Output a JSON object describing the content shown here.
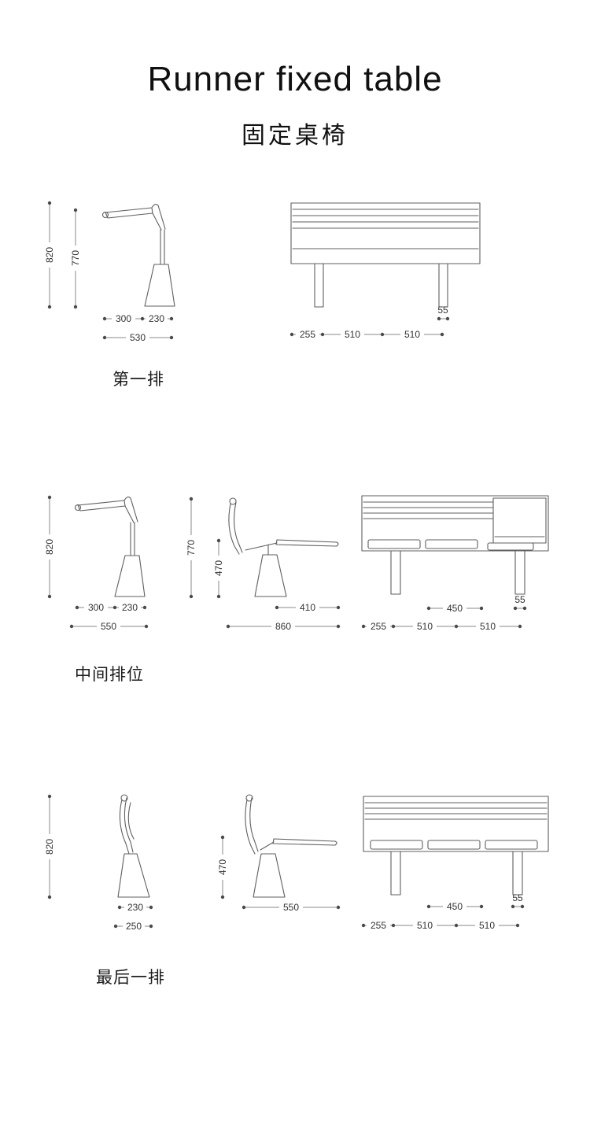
{
  "page": {
    "title": "Runner fixed table",
    "subtitle": "固定桌椅"
  },
  "sections": {
    "first": {
      "label": "第一排",
      "h820": "820",
      "h770": "770",
      "w300": "300",
      "w230": "230",
      "w530": "530",
      "leg55": "55",
      "s255": "255",
      "s510a": "510",
      "s510b": "510"
    },
    "middle": {
      "label": "中间排位",
      "h820": "820",
      "w300": "300",
      "w230": "230",
      "w550": "550",
      "h770": "770",
      "h470": "470",
      "w410": "410",
      "w860": "860",
      "seat450": "450",
      "leg55": "55",
      "s255": "255",
      "s510a": "510",
      "s510b": "510"
    },
    "last": {
      "label": "最后一排",
      "h820": "820",
      "w230": "230",
      "w250": "250",
      "h470": "470",
      "w550": "550",
      "seat450": "450",
      "leg55": "55",
      "s255": "255",
      "s510a": "510",
      "s510b": "510"
    }
  }
}
